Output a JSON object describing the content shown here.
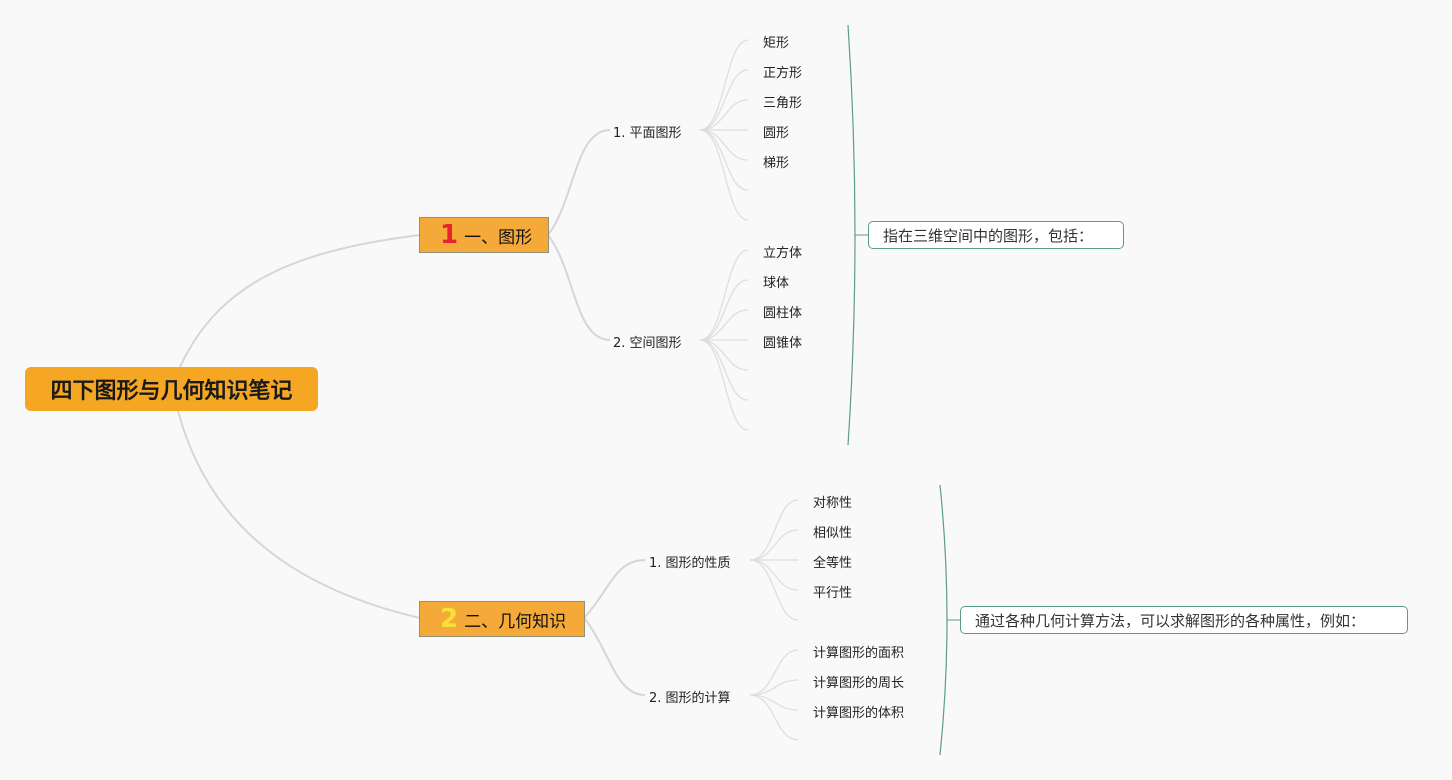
{
  "root": "四下图形与几何知识笔记",
  "branches": [
    {
      "badge": "1",
      "badge_color": "#e8232a",
      "title": "一、图形",
      "subs": [
        {
          "label": "1. 平面图形",
          "items": [
            "矩形",
            "正方形",
            "三角形",
            "圆形",
            "梯形"
          ]
        },
        {
          "label": "2. 空间图形",
          "items": [
            "立方体",
            "球体",
            "圆柱体",
            "圆锥体"
          ]
        }
      ],
      "note": "指在三维空间中的图形，包括："
    },
    {
      "badge": "2",
      "badge_color": "#f7e13b",
      "title": "二、几何知识",
      "subs": [
        {
          "label": "1. 图形的性质",
          "items": [
            "对称性",
            "相似性",
            "全等性",
            "平行性"
          ]
        },
        {
          "label": "2. 图形的计算",
          "items": [
            "计算图形的面积",
            "计算图形的周长",
            "计算图形的体积"
          ]
        }
      ],
      "note": "通过各种几何计算方法，可以求解图形的各种属性，例如："
    }
  ],
  "colors": {
    "root": "#f5a623",
    "branch": "#f5a939",
    "link": "#d4d4d4",
    "summary": "#5d9c89"
  }
}
